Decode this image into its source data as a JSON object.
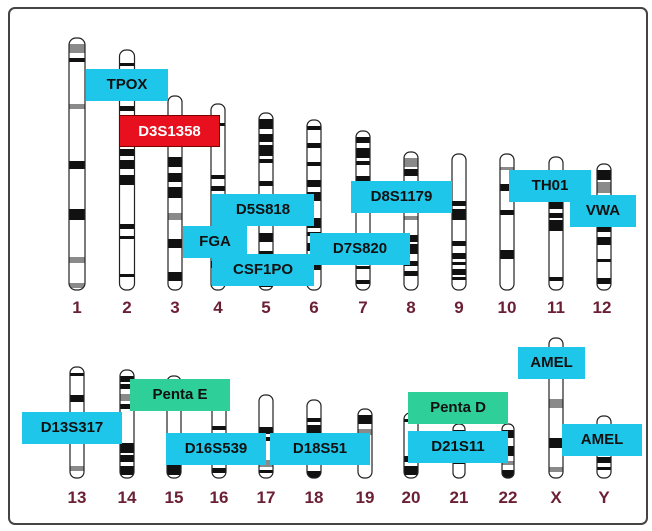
{
  "chromosomes": {
    "row1": [
      "1",
      "2",
      "3",
      "4",
      "5",
      "6",
      "7",
      "8",
      "9",
      "10",
      "11",
      "12"
    ],
    "row2": [
      "13",
      "14",
      "15",
      "16",
      "17",
      "18",
      "19",
      "20",
      "21",
      "22",
      "X",
      "Y"
    ]
  },
  "markers": {
    "tpox": "TPOX",
    "d3s1358": "D3S1358",
    "d5s818": "D5S818",
    "fga": "FGA",
    "csf1po": "CSF1PO",
    "d7s820": "D7S820",
    "d8s1179": "D8S1179",
    "th01": "TH01",
    "vwa": "VWA",
    "d13s317": "D13S317",
    "penta_e": "Penta E",
    "d16s539": "D16S539",
    "d18s51": "D18S51",
    "penta_d": "Penta D",
    "d21s11": "D21S11",
    "amel_x": "AMEL",
    "amel_y": "AMEL"
  },
  "colors": {
    "marker_standard": "#1ec6ea",
    "marker_highlight": "#e8101e",
    "marker_penta": "#2fcf9a",
    "chromosome_number": "#6b1f34"
  }
}
